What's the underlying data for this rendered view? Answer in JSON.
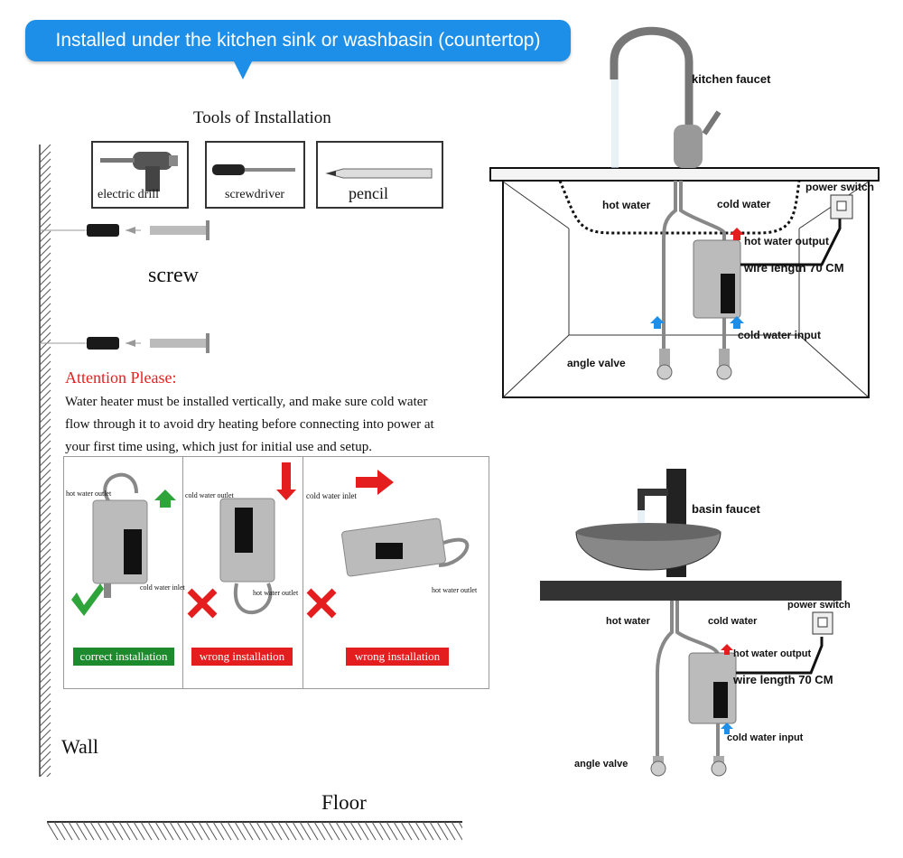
{
  "banner": {
    "text": "Installed under the kitchen sink or washbasin (countertop)",
    "color": "#1e8fe8"
  },
  "tools": {
    "title": "Tools of Installation",
    "items": [
      {
        "label": "electric drill",
        "icon": "drill-icon"
      },
      {
        "label": "screwdriver",
        "icon": "screwdriver-icon"
      },
      {
        "label": "pencil",
        "icon": "pencil-icon"
      }
    ]
  },
  "screw_label": "screw",
  "attention": {
    "title": "Attention Please:",
    "lines": [
      "Water heater must be installed vertically, and make sure cold water",
      "flow through it to avoid dry heating before connecting into power at",
      "your first time using, which just for initial use and setup."
    ]
  },
  "orientation": [
    {
      "label_top": "hot water outlet",
      "label_bottom": "cold water inlet",
      "result": "correct installation",
      "result_color": "#1e8a2e"
    },
    {
      "label_top": "cold water outlet",
      "label_bottom": "hot water outlet",
      "result": "wrong installation",
      "result_color": "#e41e1e"
    },
    {
      "label_top": "cold water inlet",
      "label_bottom": "hot water outlet",
      "result": "wrong installation",
      "result_color": "#e41e1e"
    }
  ],
  "wall_label": "Wall",
  "floor_label": "Floor",
  "kitchen": {
    "faucet": "kitchen faucet",
    "hot_water": "hot water",
    "cold_water": "cold water",
    "power_switch": "power switch",
    "hot_water_output": "hot water output",
    "wire_length": "wire length 70 CM",
    "cold_water_input": "cold water input",
    "angle_valve": "angle valve"
  },
  "basin": {
    "faucet": "basin faucet",
    "hot_water": "hot water",
    "cold_water": "cold water",
    "power_switch": "power switch",
    "hot_water_output": "hot water output",
    "wire_length": "wire length 70 CM",
    "cold_water_input": "cold water input",
    "angle_valve": "angle valve"
  },
  "colors": {
    "arrow_up_blue": "#1e8fe8",
    "arrow_red": "#e41e1e",
    "arrow_green": "#2ea43a"
  }
}
